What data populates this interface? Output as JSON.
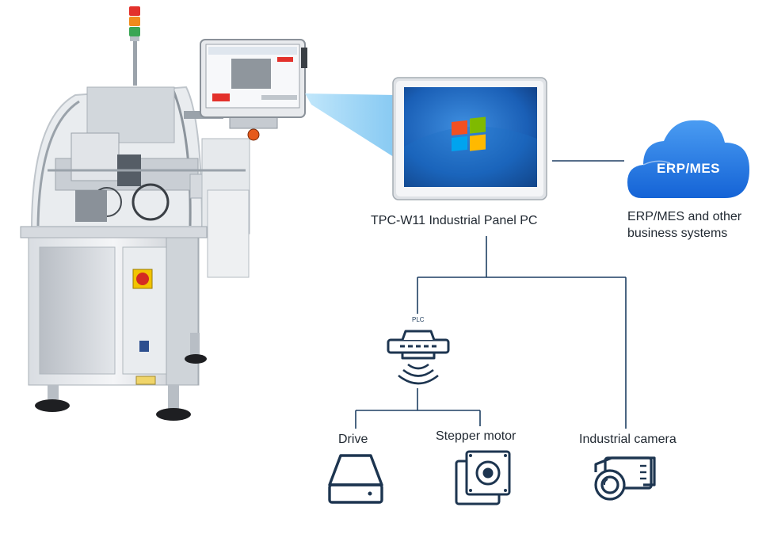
{
  "panel_pc": {
    "label": "TPC-W11 Industrial Panel PC"
  },
  "cloud": {
    "label": "ERP/MES",
    "caption": "ERP/MES and other business systems"
  },
  "plc": {
    "label": "PLC"
  },
  "devices": {
    "drive": "Drive",
    "stepper": "Stepper motor",
    "camera": "Industrial camera"
  },
  "colors": {
    "line": "#1e3f63",
    "cloud": "#1f78e6",
    "beam": "#9fd6f7",
    "icon": "#1d3550"
  }
}
